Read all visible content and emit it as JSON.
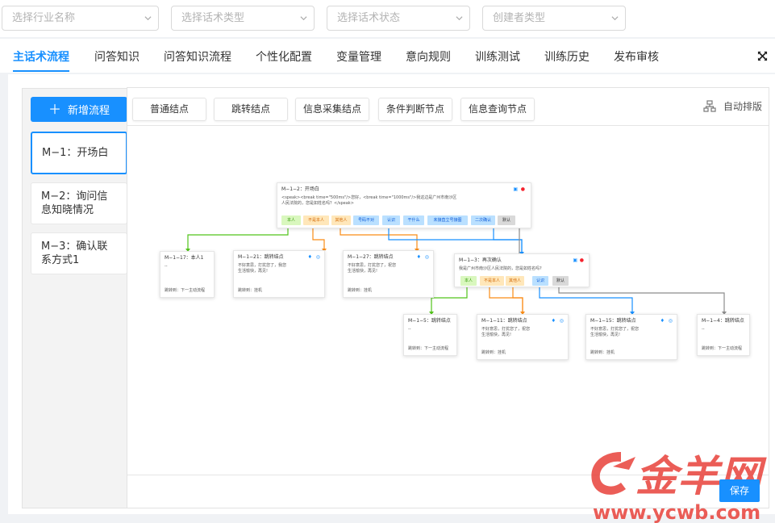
{
  "filters": [
    {
      "placeholder": "选择行业名称"
    },
    {
      "placeholder": "选择话术类型"
    },
    {
      "placeholder": "选择话术状态"
    },
    {
      "placeholder": "创建者类型"
    }
  ],
  "tabs": [
    {
      "label": "主话术流程",
      "active": true
    },
    {
      "label": "问答知识"
    },
    {
      "label": "问答知识流程"
    },
    {
      "label": "个性化配置"
    },
    {
      "label": "变量管理"
    },
    {
      "label": "意向规则"
    },
    {
      "label": "训练测试"
    },
    {
      "label": "训练历史"
    },
    {
      "label": "发布审核"
    }
  ],
  "sidebar": {
    "add_label": "新增流程",
    "flows": [
      {
        "label": "M−1：开场白",
        "selected": true
      },
      {
        "label": "M−2：询问信息知晓情况"
      },
      {
        "label": "M−3：确认联系方式1"
      }
    ]
  },
  "toolbar": {
    "node_types": [
      "普通结点",
      "跳转结点",
      "信息采集结点",
      "条件判断节点",
      "信息查询节点"
    ],
    "auto_layout": "自动排版"
  },
  "nodes": {
    "root": {
      "title": "M−1−2：开场白",
      "body": "<speak><break time=\"500ms\"/>您好，<break time=\"1000ms\"/>我这边是广州市南沙区人民法院的，您是如姓名吗？</speak>",
      "options": [
        "本人",
        "不是本人",
        "其他人",
        "号码不对",
        "认识",
        "干什么",
        "未接直立号接图",
        "二次确认",
        "默认"
      ]
    },
    "n17": {
      "title": "M−1−17：本人1",
      "body": "--",
      "jump": "跳转到：下一主动流程"
    },
    "n21": {
      "title": "M−1−21：跳转结点",
      "body": "不好意思，打扰您了，我您生活愉快，再见!",
      "jump": "跳转到：挂机"
    },
    "n27": {
      "title": "M−1−27：跳转结点",
      "body": "不好意思，打扰您了，祝您生活愉快，再见!",
      "jump": "跳转到：挂机"
    },
    "n3": {
      "title": "M−1−3：再次确认",
      "body": "我是广州市南沙区人民法院的，您是如姓名吗?",
      "options": [
        "本人",
        "不是本人",
        "其他人",
        "认识",
        "默认"
      ]
    },
    "n5": {
      "title": "M−1−5：跳转结点",
      "body": "--",
      "jump": "跳转到：下一主动流程"
    },
    "n11": {
      "title": "M−1−11：跳转结点",
      "body": "不好意思，打扰您了，祝您生活愉快，再见!",
      "jump": "跳转到：挂机"
    },
    "n15": {
      "title": "M−1−15：跳转结点",
      "body": "不好意思，打扰您了，祝您生活愉快，再见!",
      "jump": "跳转到：挂机"
    },
    "n4": {
      "title": "M−1−4：跳转结点",
      "body": "--",
      "jump": "跳转到：下一主动流程"
    }
  },
  "save_label": "保存",
  "watermark": {
    "logo": "金羊网",
    "url": "www.ycwb.com"
  },
  "colors": {
    "accent": "#1890ff",
    "green": "#52c41a",
    "orange": "#fa8c16",
    "blue": "#1890ff",
    "gray": "#8c8c8c"
  }
}
